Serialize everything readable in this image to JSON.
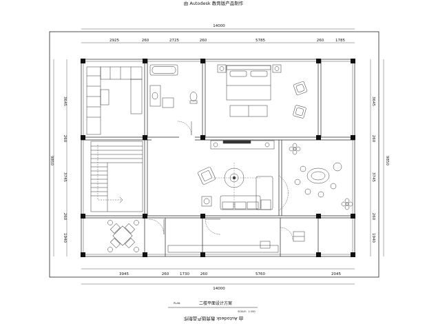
{
  "watermark": {
    "top": "由 Autodesk 教育版产品制作",
    "bottom": "由 Autodesk 教育版产品制作"
  },
  "dimensions": {
    "total_top": "14000",
    "total_bottom": "14000",
    "top_segments": [
      "2925",
      "260",
      "2725",
      "260",
      "5785",
      "260",
      "1785"
    ],
    "bottom_segments": [
      "3945",
      "260",
      "1730",
      "260",
      "5760",
      "2045"
    ],
    "left_segments": [
      "3645",
      "260",
      "3745",
      "260",
      "1940"
    ],
    "right_segments": [
      "3645",
      "260",
      "3745",
      "260",
      "1940"
    ],
    "total_left": "9850",
    "total_right": "9850"
  },
  "title_block": {
    "plan_label": "PLAN",
    "title": "二楼平面设计方案",
    "scale": "SCALE：1:100"
  },
  "colors": {
    "line": "#222222",
    "column": "#111111",
    "dashed": "#666666"
  }
}
